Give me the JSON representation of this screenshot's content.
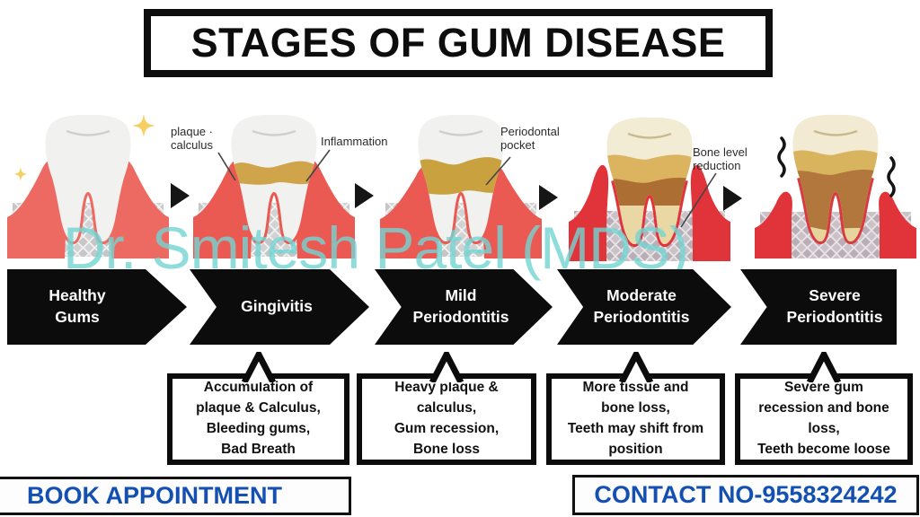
{
  "title": "STAGES OF GUM DISEASE",
  "watermark": "Dr. Smitesh Patel (MDS)",
  "annotations": {
    "plaque_calculus": "plaque ·\ncalculus",
    "inflammation": "Inflammation",
    "periodontal_pocket": "Periodontal\npocket",
    "bone_level_reduction": "Bone level\nreduction"
  },
  "stages": [
    {
      "id": "healthy-gums",
      "label": "Healthy\nGums",
      "description": ""
    },
    {
      "id": "gingivitis",
      "label": "Gingivitis",
      "description": "Accumulation of\nplaque & Calculus,\nBleeding gums,\nBad Breath"
    },
    {
      "id": "mild-periodontitis",
      "label": "Mild\nPeriodontitis",
      "description": "Heavy plaque &\ncalculus,\nGum recession,\nBone loss"
    },
    {
      "id": "moderate-periodontitis",
      "label": "Moderate\nPeriodontitis",
      "description": "More tissue and\nbone loss,\nTeeth may shift from\nposition"
    },
    {
      "id": "severe-periodontitis",
      "label": "Severe\nPeriodontitis",
      "description": "Severe gum\nrecession and bone\nloss,\nTeeth become loose"
    }
  ],
  "footer": {
    "book_appointment": "BOOK APPOINTMENT",
    "contact": "CONTACT NO-9558324242"
  },
  "icons": {
    "progression_arrow": "triangle-right",
    "sparkle": "four-point-star",
    "tooth_mobility": "shake-squiggle-lines"
  },
  "colors": {
    "accent_blue": "#1450b2",
    "banner_black": "#0c0c0c",
    "watermark_teal": "#74d5d3",
    "healthy_gum_red": "#ed6a62",
    "inflamed_gum_red": "#e1343a",
    "plaque_tan": "#cfa44a",
    "heavy_plaque_brown": "#ad6e33",
    "bone_gray": "#d2d2d2"
  }
}
